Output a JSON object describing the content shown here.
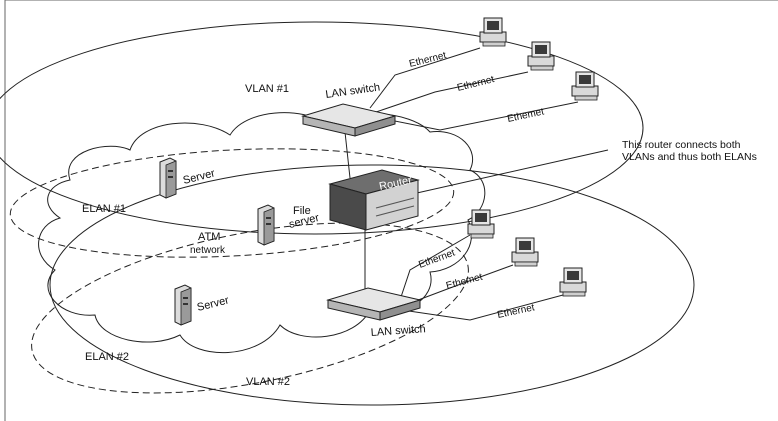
{
  "labels": {
    "vlan1": "VLAN #1",
    "vlan2": "VLAN #2",
    "elan1": "ELAN #1",
    "elan2": "ELAN #2",
    "lan_switch_top": "LAN switch",
    "lan_switch_bottom": "LAN switch",
    "router": "Router",
    "server_top": "Server",
    "server_bottom": "Server",
    "file_server_line1": "File",
    "file_server_line2": "server",
    "atm_line1": "ATM",
    "atm_line2": "network",
    "eth_top_1": "Ethernet",
    "eth_top_2": "Ethernet",
    "eth_top_3": "Ethemet",
    "eth_bot_1": "Ethernet",
    "eth_bot_2": "Ethemet",
    "eth_bot_3": "Ethernet",
    "annotation_line1": "This router connects both",
    "annotation_line2": "VLANs and thus both ELANs"
  }
}
